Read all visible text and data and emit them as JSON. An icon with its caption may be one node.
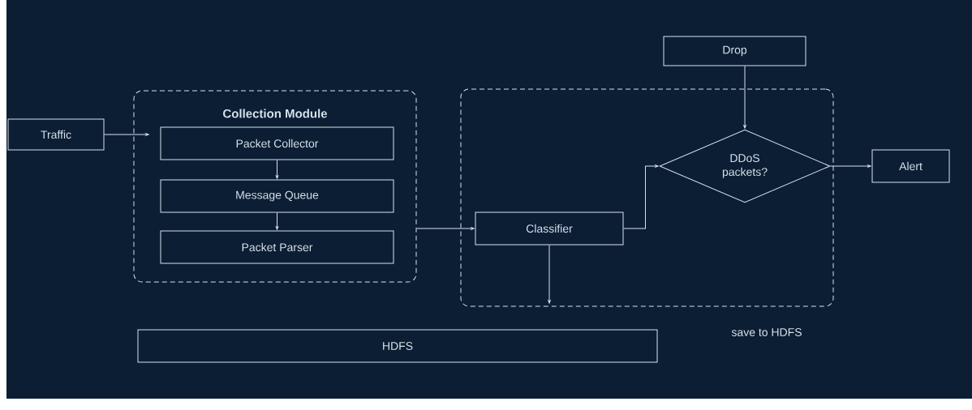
{
  "diagram": {
    "nodes": [
      {
        "text": [
          "Traffic"
        ]
      },
      {
        "text": [
          "Collection Module"
        ]
      },
      {
        "text": [
          "Packet Collector"
        ],
        "in": 1
      },
      {
        "text": [
          "Message Queue"
        ],
        "in": 1
      },
      {
        "text": [
          "Packet Parser"
        ],
        "in": 1
      },
      {
        "text": [],
        "shape": "box"
      },
      {
        "text": [
          "Drop"
        ]
      },
      {
        "text": [
          "DDoS packets?"
        ],
        "in": 5
      },
      {
        "text": [
          "Classifier"
        ],
        "in": 5
      },
      {
        "text": [
          "Alert"
        ]
      },
      {
        "text": [
          "HDFS"
        ]
      }
    ],
    "edges": [
      {
        "from": 0,
        "to": 2,
        "arrow": "to"
      },
      {
        "from": 2,
        "to": 3,
        "arrow": "to"
      },
      {
        "from": 3,
        "to": 4,
        "arrow": "to"
      },
      {
        "from": 1,
        "to": 8,
        "arrow": "to"
      },
      {
        "from": 8,
        "to": 7,
        "arrow": "to"
      },
      {
        "from": 6,
        "to": 7,
        "arrow": "to"
      },
      {
        "from": 7,
        "to": 9,
        "arrow": "to"
      },
      {
        "from": 8,
        "to": null,
        "arrow": "to"
      }
    ],
    "labels": [
      "save to HDFS"
    ]
  }
}
